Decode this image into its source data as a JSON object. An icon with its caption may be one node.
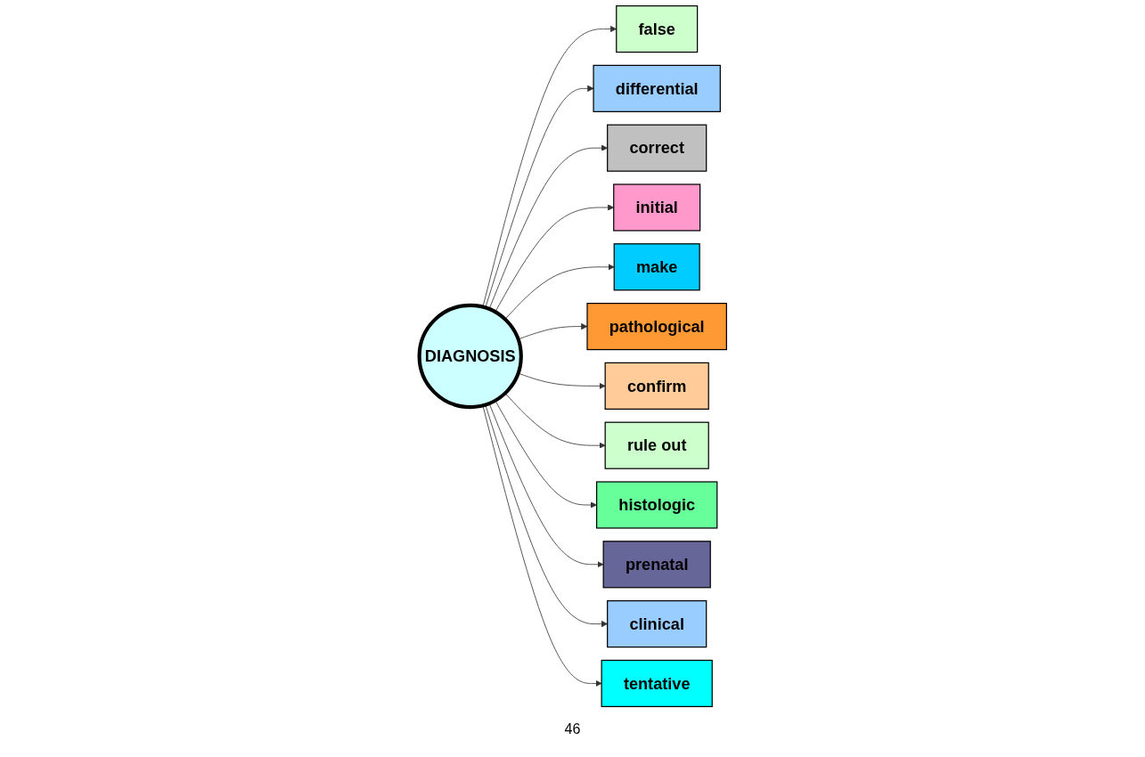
{
  "diagram": {
    "nodes": [
      {
        "text": [
          "DIAGNOSIS"
        ]
      },
      {
        "text": [
          "false"
        ]
      },
      {
        "text": [
          "differential"
        ]
      },
      {
        "text": [
          "correct"
        ]
      },
      {
        "text": [
          "initial"
        ]
      },
      {
        "text": [
          "make"
        ]
      },
      {
        "text": [
          "pathological"
        ]
      },
      {
        "text": [
          "confirm"
        ]
      },
      {
        "text": [
          "rule out"
        ]
      },
      {
        "text": [
          "histologic"
        ]
      },
      {
        "text": [
          "prenatal"
        ]
      },
      {
        "text": [
          "clinical"
        ]
      },
      {
        "text": [
          "tentative"
        ]
      }
    ],
    "edges": [
      {
        "from": 0,
        "to": 1,
        "arrow": "to"
      },
      {
        "from": 0,
        "to": 2,
        "arrow": "to"
      },
      {
        "from": 0,
        "to": 3,
        "arrow": "to"
      },
      {
        "from": 0,
        "to": 4,
        "arrow": "to"
      },
      {
        "from": 0,
        "to": 5,
        "arrow": "to"
      },
      {
        "from": 0,
        "to": 6,
        "arrow": "to"
      },
      {
        "from": 0,
        "to": 7,
        "arrow": "to"
      },
      {
        "from": 0,
        "to": 8,
        "arrow": "to"
      },
      {
        "from": 0,
        "to": 9,
        "arrow": "to"
      },
      {
        "from": 0,
        "to": 10,
        "arrow": "to"
      },
      {
        "from": 0,
        "to": 11,
        "arrow": "to"
      },
      {
        "from": 0,
        "to": 12,
        "arrow": "to"
      }
    ],
    "labels": [
      "46"
    ]
  }
}
